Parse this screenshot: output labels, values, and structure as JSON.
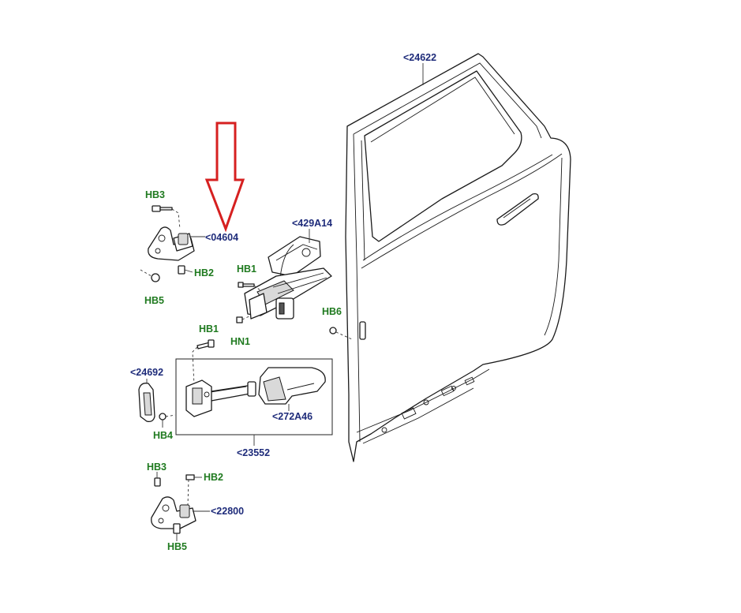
{
  "labels": {
    "door_shell": "<24622",
    "upper_hinge": "<04604",
    "latch": "<429A14",
    "trim_plug": "<24692",
    "check_strap_kit": "<23552",
    "strap_cover": "<272A46",
    "lower_hinge": "<22800"
  },
  "fasteners": {
    "hb3_upper": "HB3",
    "hb2_upper": "HB2",
    "hb5_upper": "HB5",
    "hb1_latch": "HB1",
    "hn1": "HN1",
    "hb1_strap": "HB1",
    "hb6": "HB6",
    "hb4": "HB4",
    "hb3_lower": "HB3",
    "hb2_lower": "HB2",
    "hb5_lower": "HB5"
  },
  "colors": {
    "part_label": "#1e2b7a",
    "fastener_label": "#1f7a1f",
    "arrow": "#d62020"
  }
}
